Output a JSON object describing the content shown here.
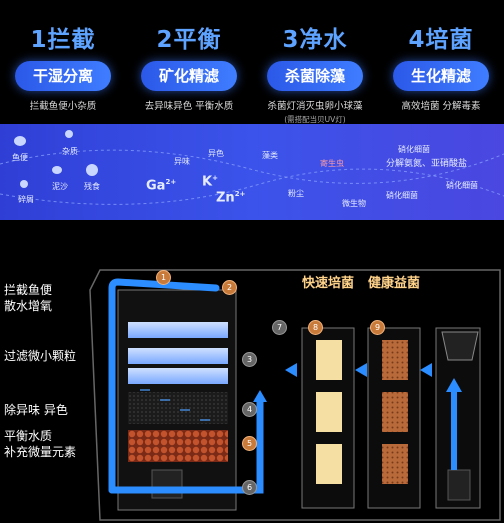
{
  "stages": [
    {
      "title": "1拦截",
      "pill": "干湿分离",
      "desc": "拦截鱼便小杂质",
      "note": ""
    },
    {
      "title": "2平衡",
      "pill": "矿化精滤",
      "desc": "去异味异色 平衡水质",
      "note": ""
    },
    {
      "title": "3净水",
      "pill": "杀菌除藻",
      "desc": "杀菌灯消灭虫卵小球藻",
      "note": "(需搭配当贝UV灯)"
    },
    {
      "title": "4培菌",
      "pill": "生化精滤",
      "desc": "高效培菌 分解毒素",
      "note": ""
    }
  ],
  "band": {
    "items": [
      "鱼便",
      "杂质",
      "泥沙",
      "残食",
      "碎屑",
      "异味",
      "异色",
      "藻类",
      "粉尘",
      "微生物",
      "寄生虫"
    ],
    "ions": [
      "Ga",
      "K",
      "Zn"
    ],
    "bacteria": [
      "硝化细菌",
      "分解氨氮、亚硝酸盐",
      "硝化细菌",
      "硝化细菌"
    ]
  },
  "diagram": {
    "labels_left": [
      "拦截鱼便",
      "散水增氧",
      "过滤微小颗粒",
      "除异味 异色",
      "平衡水质",
      "补充微量元素"
    ],
    "headers": [
      "快速培菌",
      "健康益菌"
    ],
    "numbers": [
      "1",
      "2",
      "3",
      "4",
      "5",
      "6",
      "7",
      "8",
      "9"
    ]
  },
  "colors": {
    "accent": "#3f7dff",
    "band": "#3b53ea",
    "orange": "#c87a3a",
    "flow": "#2b8dff"
  }
}
